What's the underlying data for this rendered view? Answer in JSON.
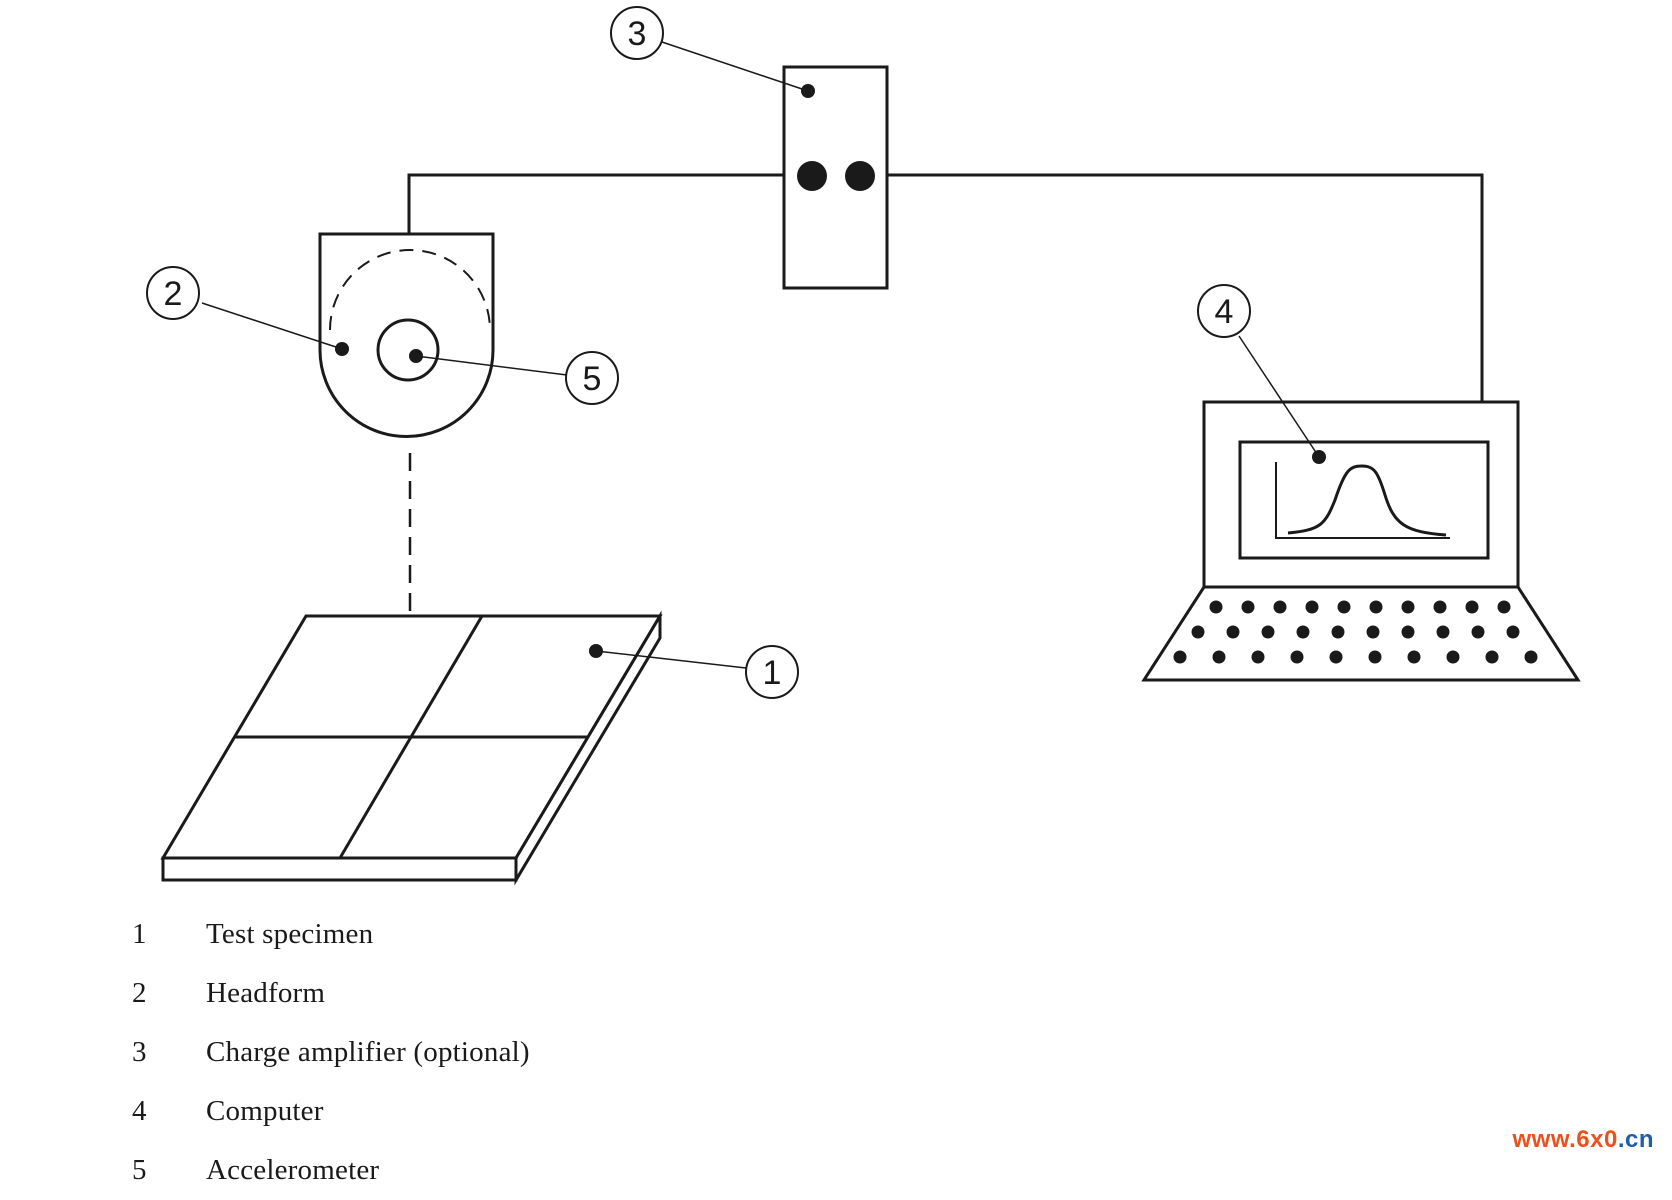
{
  "callouts": [
    "1",
    "2",
    "3",
    "4",
    "5"
  ],
  "legend": [
    {
      "num": "1",
      "label": "Test specimen"
    },
    {
      "num": "2",
      "label": "Headform"
    },
    {
      "num": "3",
      "label": "Charge amplifier (optional)"
    },
    {
      "num": "4",
      "label": "Computer"
    },
    {
      "num": "5",
      "label": "Accelerometer"
    }
  ],
  "watermark": {
    "prefix": "www.",
    "brand": "6x0",
    "suffix": ".cn",
    "colors": {
      "prefix": "#e8521c",
      "brand": "#e8521c",
      "suffix": "#1f5fa8"
    }
  }
}
